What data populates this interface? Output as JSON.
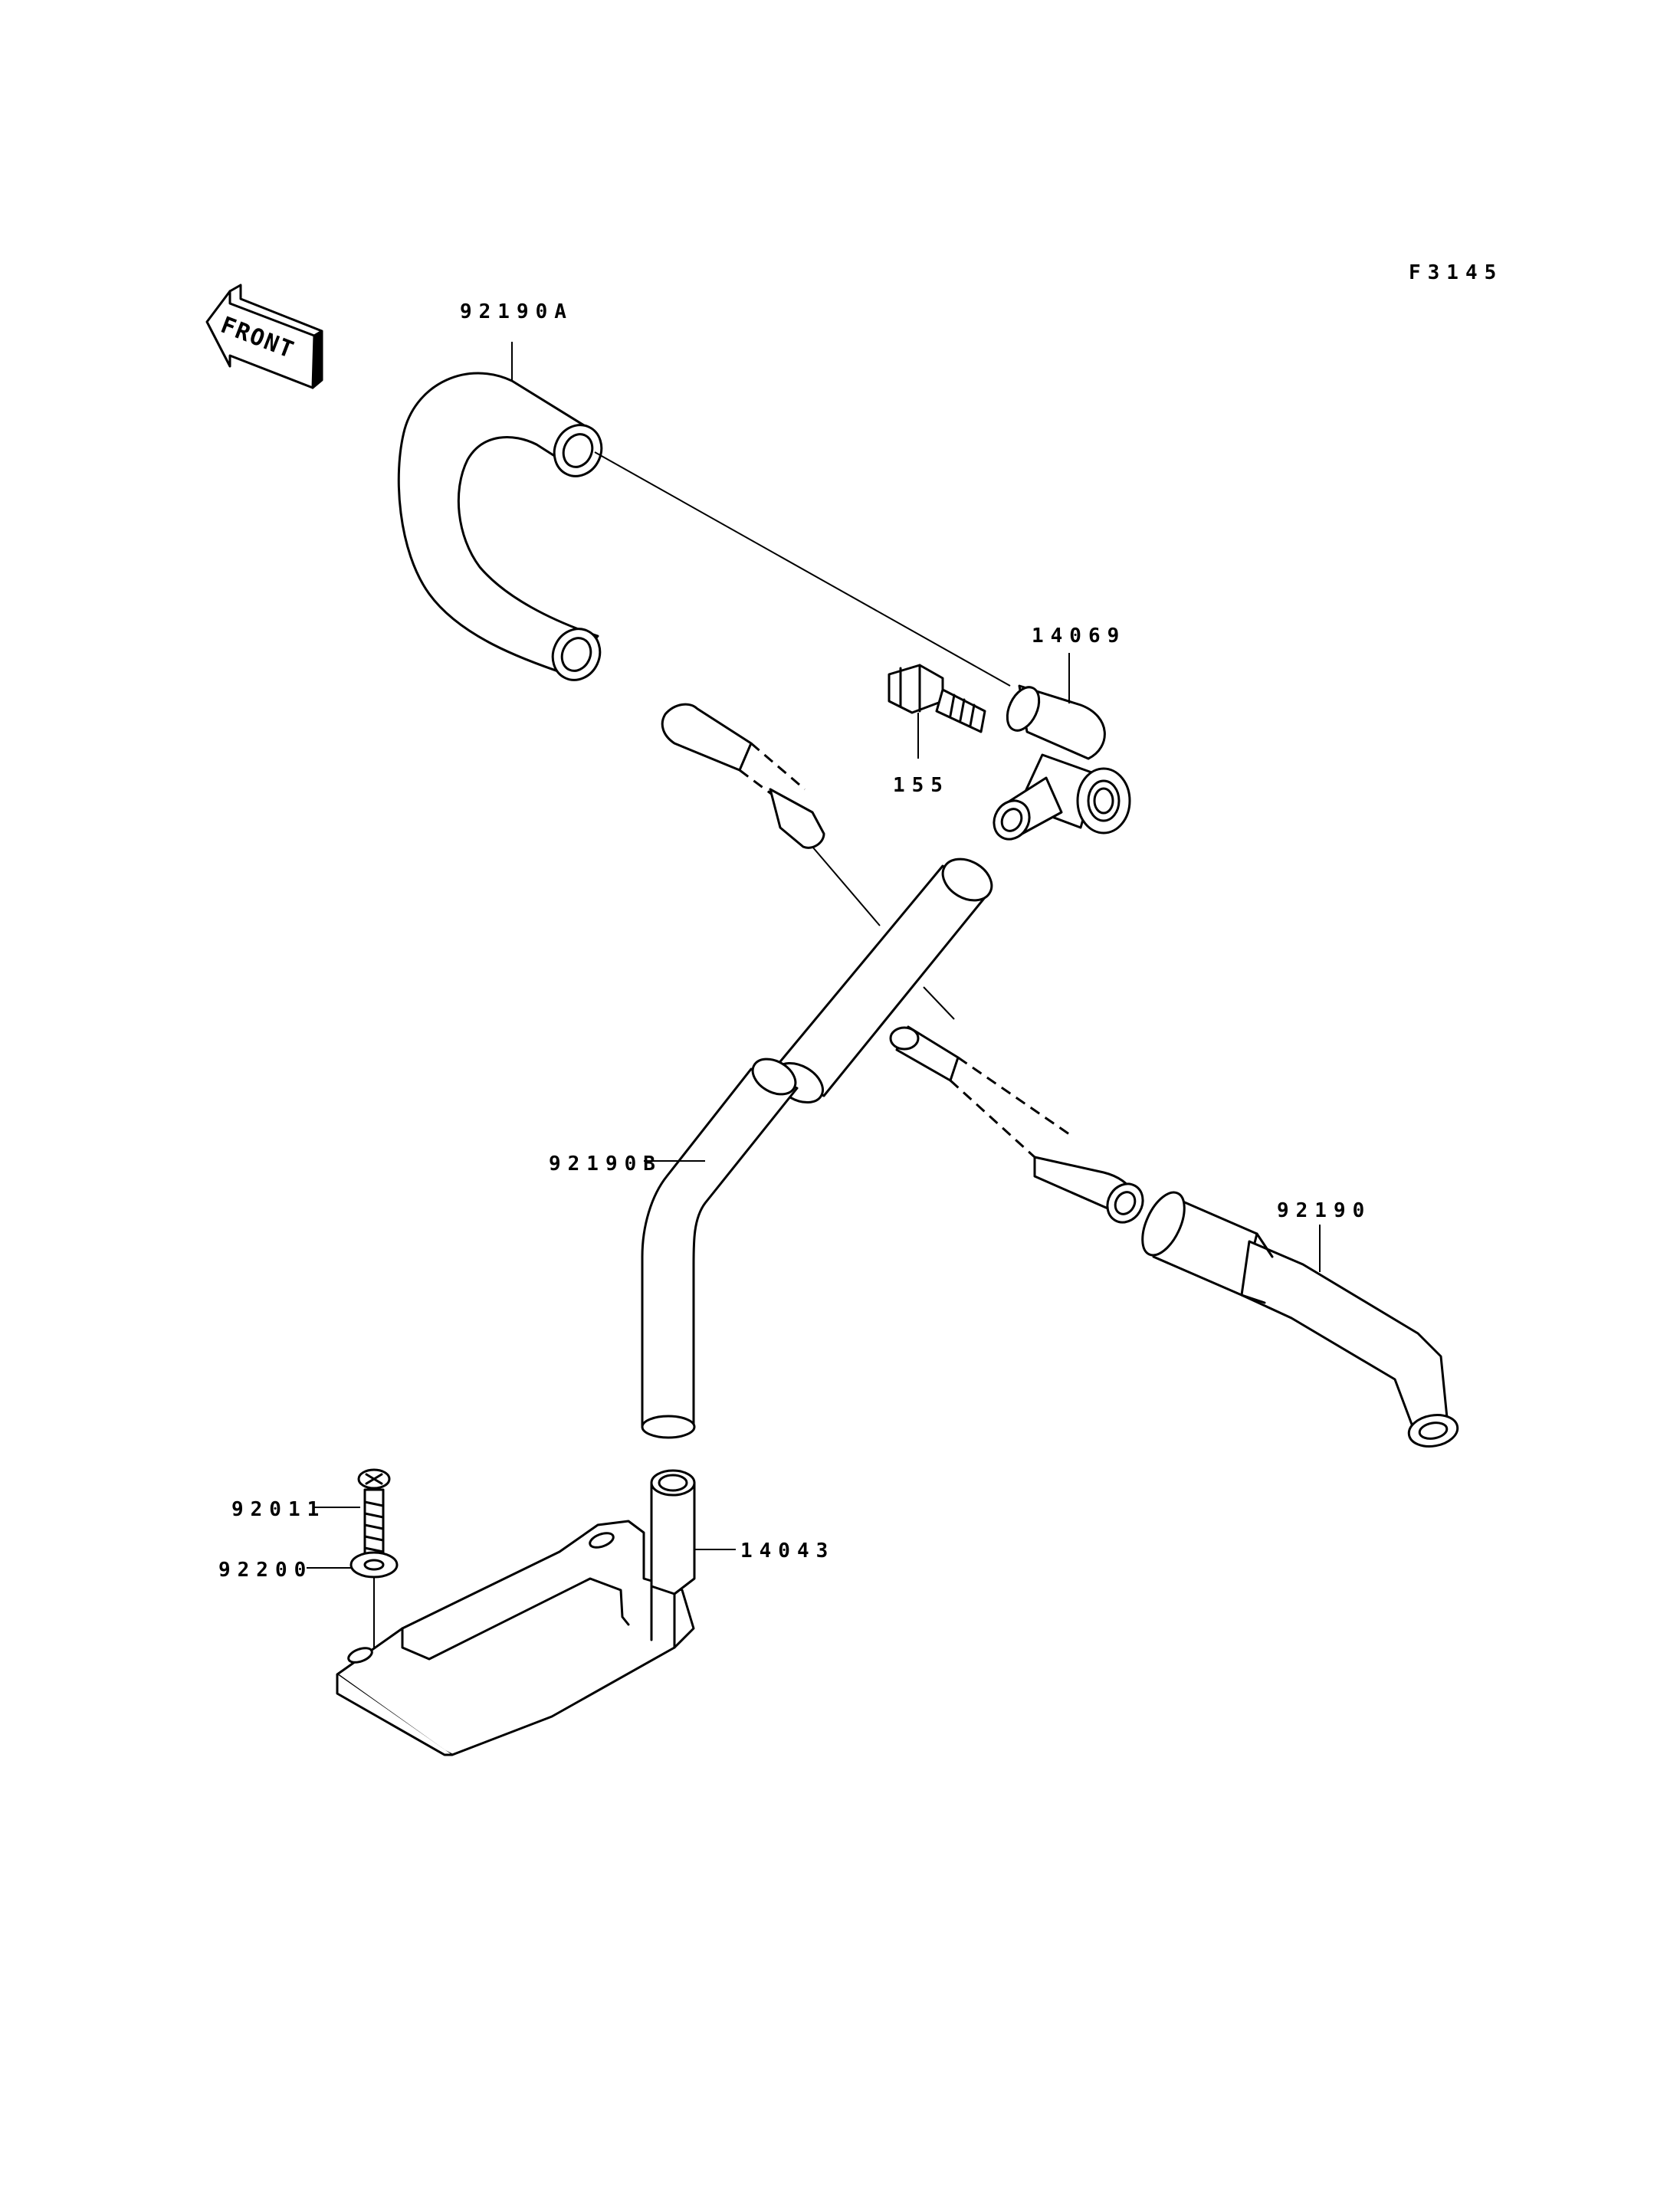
{
  "diagram": {
    "code": "F3145",
    "front_label": "FRONT",
    "parts": [
      {
        "id": "hose-a",
        "number": "92190A"
      },
      {
        "id": "fitting",
        "number": "14069"
      },
      {
        "id": "bolt",
        "number": "155"
      },
      {
        "id": "hose-b",
        "number": "92190B"
      },
      {
        "id": "hose",
        "number": "92190"
      },
      {
        "id": "screw",
        "number": "92011"
      },
      {
        "id": "washer",
        "number": "92200"
      },
      {
        "id": "plate",
        "number": "14043"
      }
    ]
  }
}
